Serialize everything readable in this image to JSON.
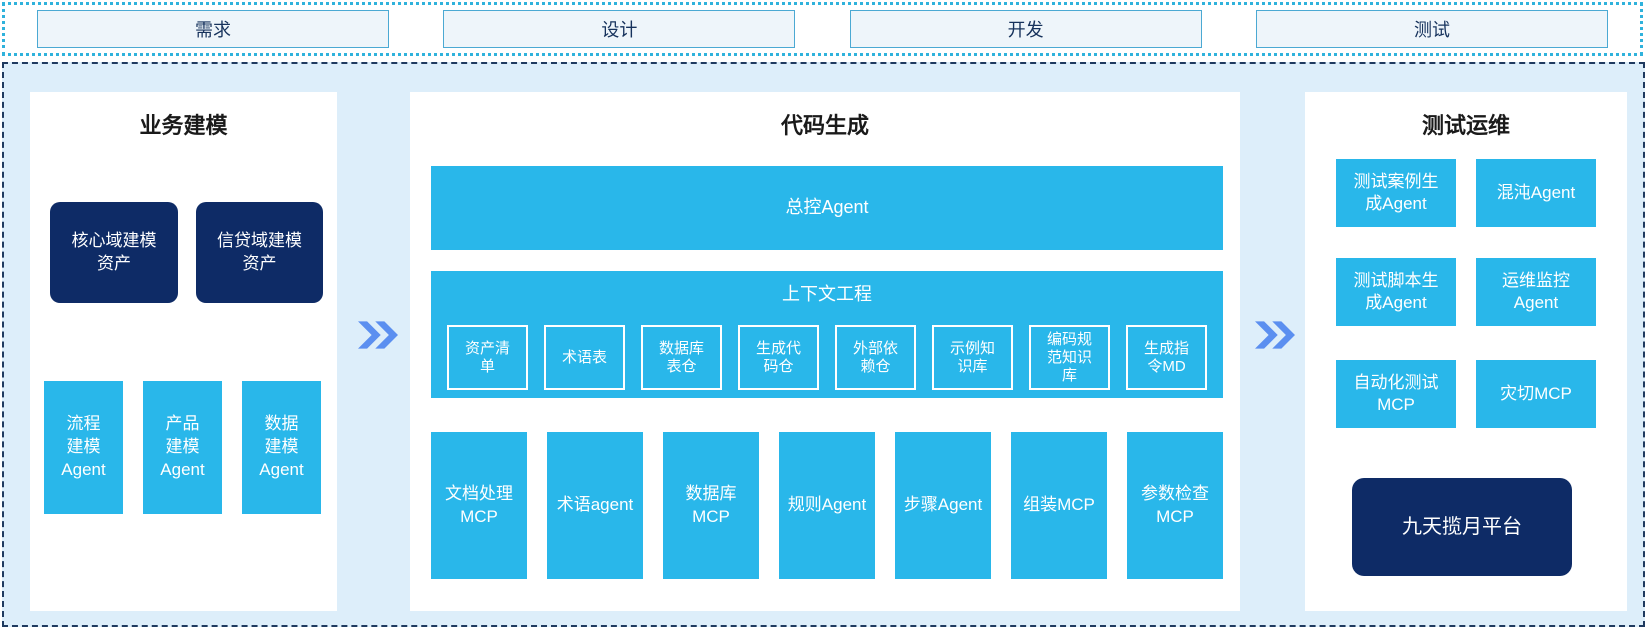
{
  "colors": {
    "cyan": "#29b7ea",
    "navy": "#0e2b66",
    "arrow_blue": "#5b8ff0",
    "bg_light_blue": "#ddeefa",
    "phase_fill": "#eef5fa",
    "phase_border": "#4ba9d3",
    "strip_border": "#2fb2dc",
    "main_border": "#1f3a5f"
  },
  "phases": [
    {
      "label": "需求"
    },
    {
      "label": "设计"
    },
    {
      "label": "开发"
    },
    {
      "label": "测试"
    }
  ],
  "business_modeling": {
    "title": "业务建模",
    "assets": [
      {
        "label": "核心域建模\n资产"
      },
      {
        "label": "信贷域建模\n资产"
      }
    ],
    "agents": [
      {
        "label": "流程\n建模\nAgent"
      },
      {
        "label": "产品\n建模\nAgent"
      },
      {
        "label": "数据\n建模\nAgent"
      }
    ]
  },
  "code_generation": {
    "title": "代码生成",
    "master_agent_label": "总控Agent",
    "context_engineering": {
      "title": "上下文工程",
      "items": [
        {
          "label": "资产清\n单"
        },
        {
          "label": "术语表"
        },
        {
          "label": "数据库\n表仓"
        },
        {
          "label": "生成代\n码仓"
        },
        {
          "label": "外部依\n赖仓"
        },
        {
          "label": "示例知\n识库"
        },
        {
          "label": "编码规\n范知识\n库"
        },
        {
          "label": "生成指\n令MD"
        }
      ]
    },
    "tools": [
      {
        "label": "文档处理\nMCP"
      },
      {
        "label": "术语agent"
      },
      {
        "label": "数据库\nMCP"
      },
      {
        "label": "规则Agent"
      },
      {
        "label": "步骤Agent"
      },
      {
        "label": "组装MCP"
      },
      {
        "label": "参数检查\nMCP"
      }
    ]
  },
  "test_ops": {
    "title": "测试运维",
    "agents": [
      {
        "label": "测试案例生\n成Agent"
      },
      {
        "label": "混沌Agent"
      },
      {
        "label": "测试脚本生\n成Agent"
      },
      {
        "label": "运维监控\nAgent"
      },
      {
        "label": "自动化测试\nMCP"
      },
      {
        "label": "灾切MCP"
      }
    ],
    "platform_label": "九天揽月平台"
  }
}
